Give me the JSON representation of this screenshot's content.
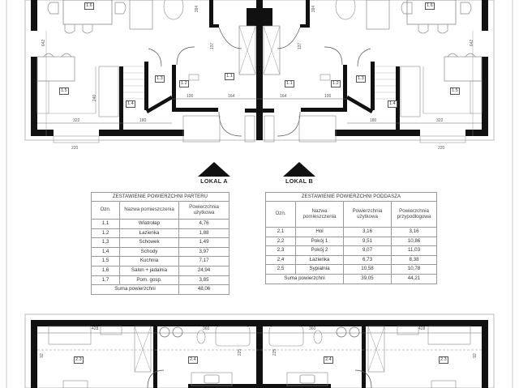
{
  "markers": {
    "lokal_a": "LOKAL A",
    "lokal_b": "LOKAL B"
  },
  "ground_floor_table": {
    "title": "ZESTAWIENIE POWIERZCHNI PARTERU",
    "headers": [
      "Ozn.",
      "Nazwa pomieszczenia",
      "Powierzchnia użytkowa"
    ],
    "rows": [
      {
        "id": "1,1",
        "name": "Wiatrołap",
        "area": "4,76"
      },
      {
        "id": "1,2",
        "name": "Łazienka",
        "area": "1,88"
      },
      {
        "id": "1,3",
        "name": "Schowek",
        "area": "1,49"
      },
      {
        "id": "1,4",
        "name": "Schody",
        "area": "3,97"
      },
      {
        "id": "1,5",
        "name": "Kuchnia",
        "area": "7,17"
      },
      {
        "id": "1,6",
        "name": "Salon + jadalnia",
        "area": "24,94"
      },
      {
        "id": "1,7",
        "name": "Pom. gosp.",
        "area": "3,85"
      }
    ],
    "total_label": "Suma powierzchni",
    "total_area": "48,06"
  },
  "attic_table": {
    "title": "ZESTAWIENIE POWIERZCHNI PODDASZA",
    "headers": [
      "Ozn.",
      "Nazwa pomieszczenia",
      "Powierzchnia użytkowa",
      "Powierzchnia przypodłogowa"
    ],
    "rows": [
      {
        "id": "2,1",
        "name": "Hol",
        "usable": "3,16",
        "floor": "3,16"
      },
      {
        "id": "2,2",
        "name": "Pokój 1",
        "usable": "9,51",
        "floor": "10,86"
      },
      {
        "id": "2,3",
        "name": "Pokój 2",
        "usable": "9,07",
        "floor": "11,03"
      },
      {
        "id": "2,4",
        "name": "Łazienka",
        "usable": "6,73",
        "floor": "8,38"
      },
      {
        "id": "2,5",
        "name": "Sypialnia",
        "usable": "10,58",
        "floor": "10,78"
      }
    ],
    "total_label": "Suma powierzchni",
    "total_usable": "39,05",
    "total_floor": "44,21"
  },
  "ground_plan": {
    "room_tags": {
      "salon_left": "1.6",
      "salon_right": "1.6",
      "kitchen_left": "1.5",
      "kitchen_right": "1.5",
      "stairs_left": "1.4",
      "stairs_right": "1.4",
      "storage_left": "1.3",
      "storage_right": "1.3",
      "bath_left": "1.2",
      "bath_right": "1.2",
      "vest_left": "1.1",
      "vest_right": "1.1"
    },
    "dimensions": {
      "d642_left": "642",
      "d642_right": "642",
      "d240": "240",
      "d180_left": "180",
      "d180_right": "180",
      "d164_left": "164",
      "d164_right": "164",
      "d100_left": "100",
      "d100_right": "100",
      "d137_left": "137",
      "d137_right": "137",
      "d394_left": "394",
      "d394_right": "394",
      "d322_left": "322",
      "d322_right": "322",
      "d220_left": "220",
      "d220_right": "220"
    }
  },
  "attic_plan": {
    "room_tags": {
      "room_left": "2.3",
      "bath_left": "2.4",
      "bath_right": "2.4",
      "room_right": "2.3"
    },
    "dimensions": {
      "d428_left": "428",
      "d428_right": "428",
      "d360_left": "360",
      "d360_right": "360",
      "d225_left": "225",
      "d225_right": "225",
      "d92_left": "92",
      "d92_right": "92"
    }
  }
}
